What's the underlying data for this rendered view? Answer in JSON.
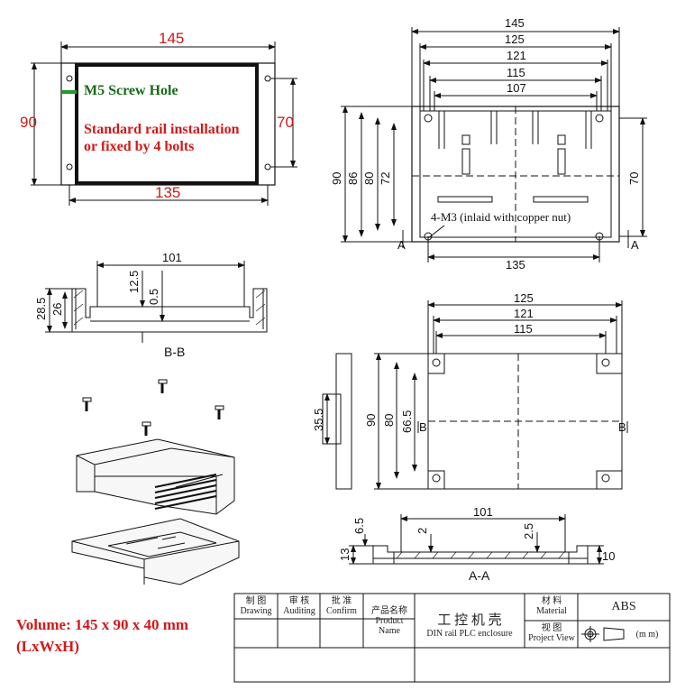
{
  "colors": {
    "red": "#d21919",
    "green": "#176b1a",
    "line": "#111111"
  },
  "top_left": {
    "dim_145": "145",
    "dim_90": "90",
    "dim_70": "70",
    "dim_135": "135",
    "screw_label": "M5 Screw Hole",
    "install_line1": "Standard rail installation",
    "install_line2": "or fixed by 4 bolts"
  },
  "top_right": {
    "dims_h": [
      "145",
      "125",
      "121",
      "115",
      "107"
    ],
    "dims_v": [
      "90",
      "86",
      "80",
      "72"
    ],
    "dim_70": "70",
    "dim_135": "135",
    "note": "4-M3 (inlaid with copper nut)",
    "section_mark": "A"
  },
  "section_bb": {
    "dim_101": "101",
    "dim_28_5": "28.5",
    "dim_26": "26",
    "dim_12_5": "12.5",
    "dim_0_5": "0.5",
    "label": "B-B"
  },
  "middle_right": {
    "dims_h": [
      "125",
      "121",
      "115"
    ],
    "dim_35_5": "35.5",
    "dims_v": [
      "90",
      "80",
      "66.5"
    ],
    "section_mark": "B"
  },
  "section_aa": {
    "dim_101": "101",
    "dim_6_5": "6.5",
    "dim_2": "2",
    "dim_2_5": "2.5",
    "dim_13": "13",
    "dim_10": "10",
    "label": "A-A"
  },
  "volume": {
    "line1": "Volume: 145 x 90 x 40 mm",
    "line2": "(LxWxH)"
  },
  "title_block": {
    "drawing_cn": "制 图",
    "drawing_en": "Drawing",
    "auditing_cn": "审 核",
    "auditing_en": "Auditing",
    "confirm_cn": "批 准",
    "confirm_en": "Confirm",
    "product_cn": "产品名称",
    "product_en": "Product Name",
    "title_cn": "工 控 机 壳",
    "title_en": "DIN rail PLC enclosure",
    "material_cn": "材 料",
    "material_en": "Material",
    "material_value": "ABS",
    "view_cn": "视 图",
    "view_en": "Project View",
    "unit": "(m m)"
  }
}
